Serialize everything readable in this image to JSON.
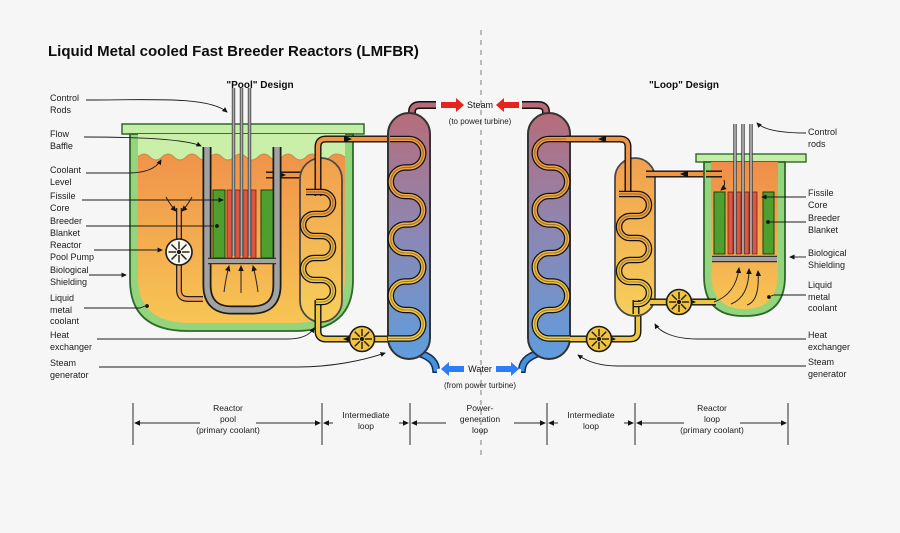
{
  "title": "Liquid Metal cooled Fast Breeder Reactors (LMFBR)",
  "designs": {
    "pool": "\"Pool\" Design",
    "loop": "\"Loop\" Design"
  },
  "flows": {
    "steam": "Steam",
    "steam_sub": "(to power turbine)",
    "water": "Water",
    "water_sub": "(from power turbine)"
  },
  "pool_labels": {
    "control_rods": "Control\nRods",
    "flow_baffle": "Flow\nBaffle",
    "coolant_level": "Coolant\nLevel",
    "fissile_core": "Fissile\nCore",
    "breeder_blanket": "Breeder\nBlanket",
    "reactor_pool_pump": "Reactor\nPool Pump",
    "biological_shielding": "Biological\nShielding",
    "liquid_metal_coolant": "Liquid\nmetal\ncoolant",
    "heat_exchanger": "Heat\nexchanger",
    "steam_generator": "Steam\ngenerator"
  },
  "loop_labels": {
    "control_rods": "Control\nrods",
    "fissile_core": "Fissile\nCore",
    "breeder_blanket": "Breeder\nBlanket",
    "biological_shielding": "Biological\nShielding",
    "liquid_metal_coolant": "Liquid\nmetal\ncoolant",
    "heat_exchanger": "Heat\nexchanger",
    "steam_generator": "Steam\ngenerator"
  },
  "scale": {
    "reactor_pool": "Reactor\npool\n(primary coolant)",
    "intermediate_left": "Intermediate\nloop",
    "power_generation": "Power-\ngeneration\nloop",
    "intermediate_right": "Intermediate\nloop",
    "reactor_loop": "Reactor\nloop\n(primary coolant)"
  },
  "colors": {
    "steam_arrow": "#e8231d",
    "water_arrow": "#2f7df6",
    "vessel_green": "#93d47d",
    "lid_green": "#c4eda8",
    "gas_green": "#c9efa9",
    "coolant_top": "#ef8d49",
    "coolant_bottom": "#f7c554",
    "sg_top": "#b76c79",
    "sg_mid": "#8f85b0",
    "sg_bottom": "#5f9dde",
    "pipe_orange": "#ef9440",
    "pipe_yellow": "#eec53f",
    "pipe_blue": "#4a90d8",
    "pipe_red": "#b66a78",
    "pump_yellow": "#f3c33e",
    "fuel_red": "#dd5740",
    "blanket_green": "#4f9f2f",
    "metal_gray": "#a2a2a2"
  }
}
